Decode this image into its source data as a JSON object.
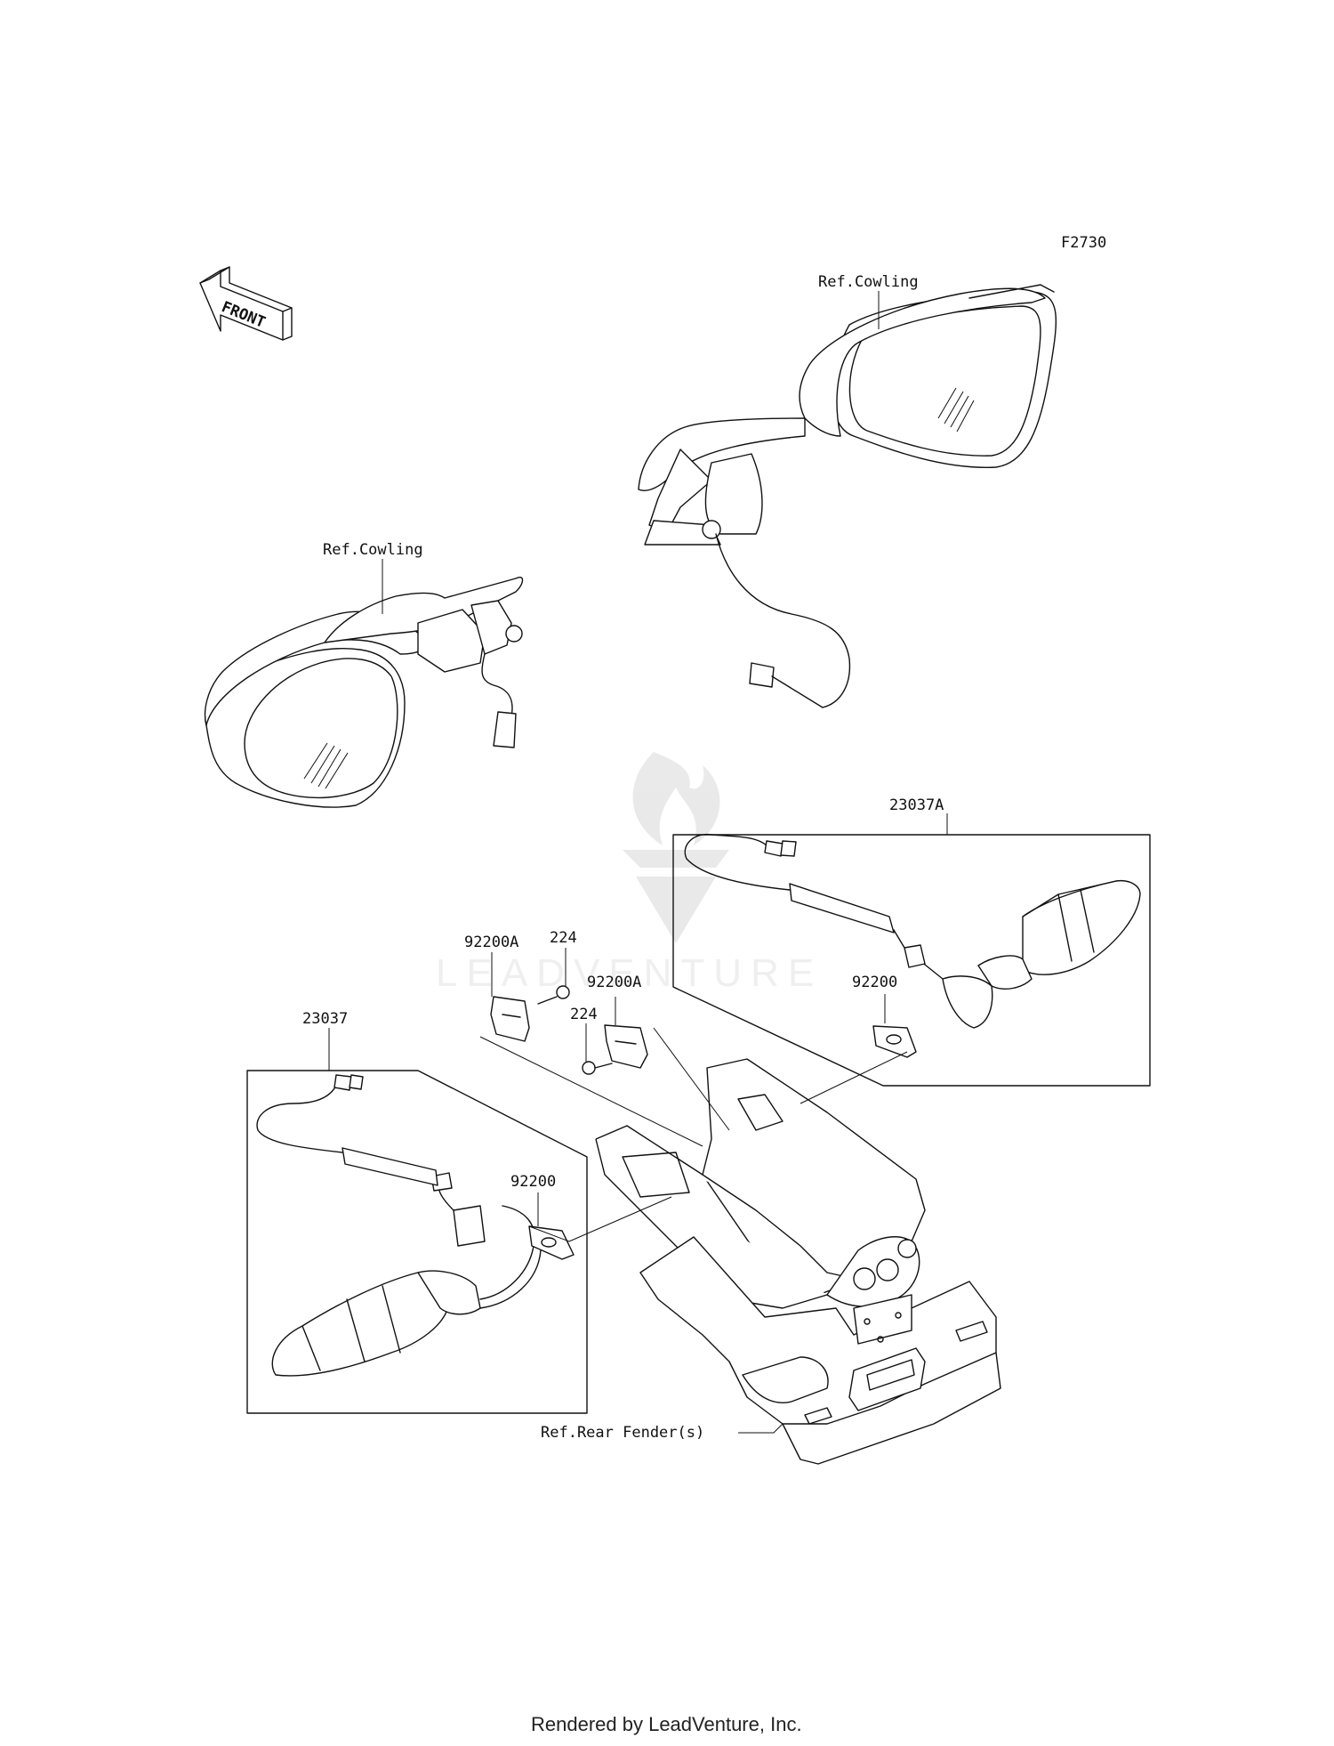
{
  "diagram": {
    "code": "F2730",
    "front_label": "FRONT",
    "watermark": "LEADVENTURE",
    "footer": "Rendered by LeadVenture, Inc.",
    "labels": {
      "ref_cowling_right": "Ref.Cowling",
      "ref_cowling_left": "Ref.Cowling",
      "p23037A": "23037A",
      "p23037": "23037",
      "p92200A_left": "92200A",
      "p224_top": "224",
      "p92200A_right": "92200A",
      "p224_bottom": "224",
      "p92200_right": "92200",
      "p92200_left": "92200",
      "ref_rear_fender": "Ref.Rear Fender(s)"
    }
  }
}
